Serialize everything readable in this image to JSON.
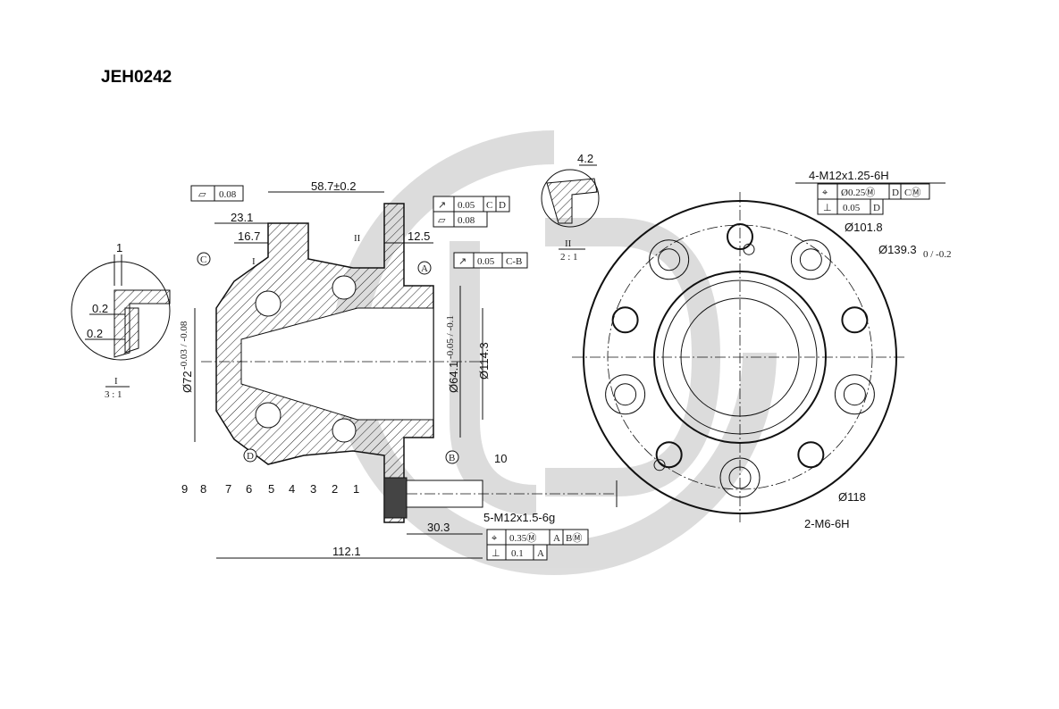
{
  "title": "JEH0242",
  "detail_I": {
    "dim_top": "1",
    "dim_a": "0.2",
    "dim_b": "0.2",
    "label": "I",
    "scale": "3 : 1"
  },
  "detail_II": {
    "dim": "4.2",
    "label": "II",
    "scale": "2 : 1"
  },
  "section": {
    "dim_flange_width": "58.7±0.2",
    "dim_23": "23.1",
    "dim_16": "16.7",
    "dim_12": "12.5",
    "dim_72": "Ø72",
    "dim_72_tol": "-0.03 / -0.08",
    "dim_64": "Ø64.1",
    "dim_64_tol": "-0.05 / -0.1",
    "dim_114": "Ø114.3",
    "dim_112": "112.1",
    "dim_30": "30.3",
    "dim_10": "10",
    "section_mark_I": "I",
    "section_mark_II": "II",
    "datums": [
      "A",
      "B",
      "C",
      "D"
    ],
    "part_numbers": [
      "9",
      "8",
      "7",
      "6",
      "5",
      "4",
      "3",
      "2",
      "1"
    ],
    "stud_thread": "5-M12x1.5-6g",
    "fcf_flatness_left": [
      "⏥",
      "0.08"
    ],
    "fcf_runout_face": [
      "↗",
      "0.05",
      "C",
      "D"
    ],
    "fcf_flatness_face": [
      "⏥",
      "0.08"
    ],
    "fcf_runout_bore": [
      "↗",
      "0.05",
      "C-B"
    ],
    "fcf_stud_position": [
      "⌖",
      "0.35Ⓜ",
      "A",
      "BⓂ"
    ],
    "fcf_stud_perp": [
      "⊥",
      "0.1",
      "A"
    ]
  },
  "face_view": {
    "thread_holes": "4-M12x1.25-6H",
    "fcf_holes_position": [
      "⌖",
      "Ø0.25Ⓜ",
      "D",
      "CⓂ"
    ],
    "fcf_holes_perp": [
      "⊥",
      "0.05",
      "D"
    ],
    "dim_101": "Ø101.8",
    "dim_139": "Ø139.3",
    "dim_139_tol": "0 / -0.2",
    "dim_118": "Ø118",
    "small_holes": "2-M6-6H"
  },
  "colors": {
    "watermark": "#d9d9d9",
    "line": "#111111"
  }
}
